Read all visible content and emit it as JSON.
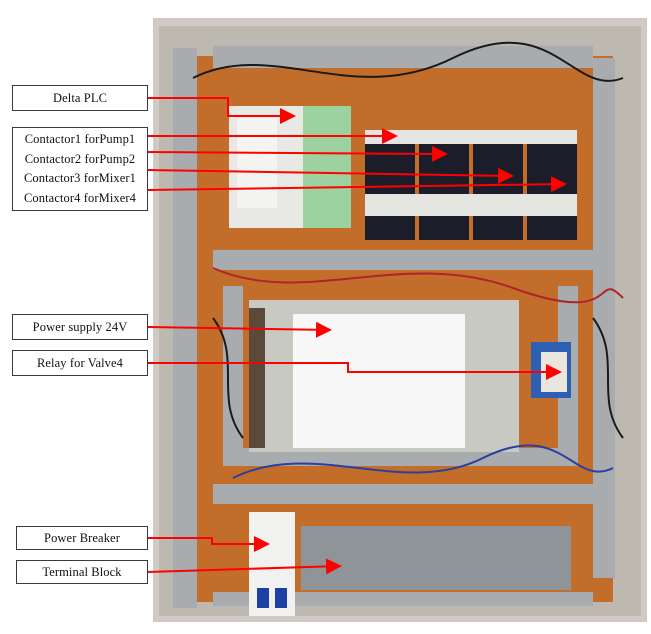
{
  "labels": {
    "delta_plc": "Delta PLC",
    "contactors": [
      "Contactor1 forPump1",
      "Contactor2 forPump2",
      "Contactor3 forMixer1",
      "Contactor4 forMixer4"
    ],
    "power_supply": "Power supply 24V",
    "relay": "Relay for Valve4",
    "power_breaker": "Power Breaker",
    "terminal_block": "Terminal Block"
  },
  "colors": {
    "arrow": "#ff0000",
    "panel_body": "#d9d6d0",
    "backplate": "#c8742e",
    "trunking": "#9fa3a6"
  }
}
